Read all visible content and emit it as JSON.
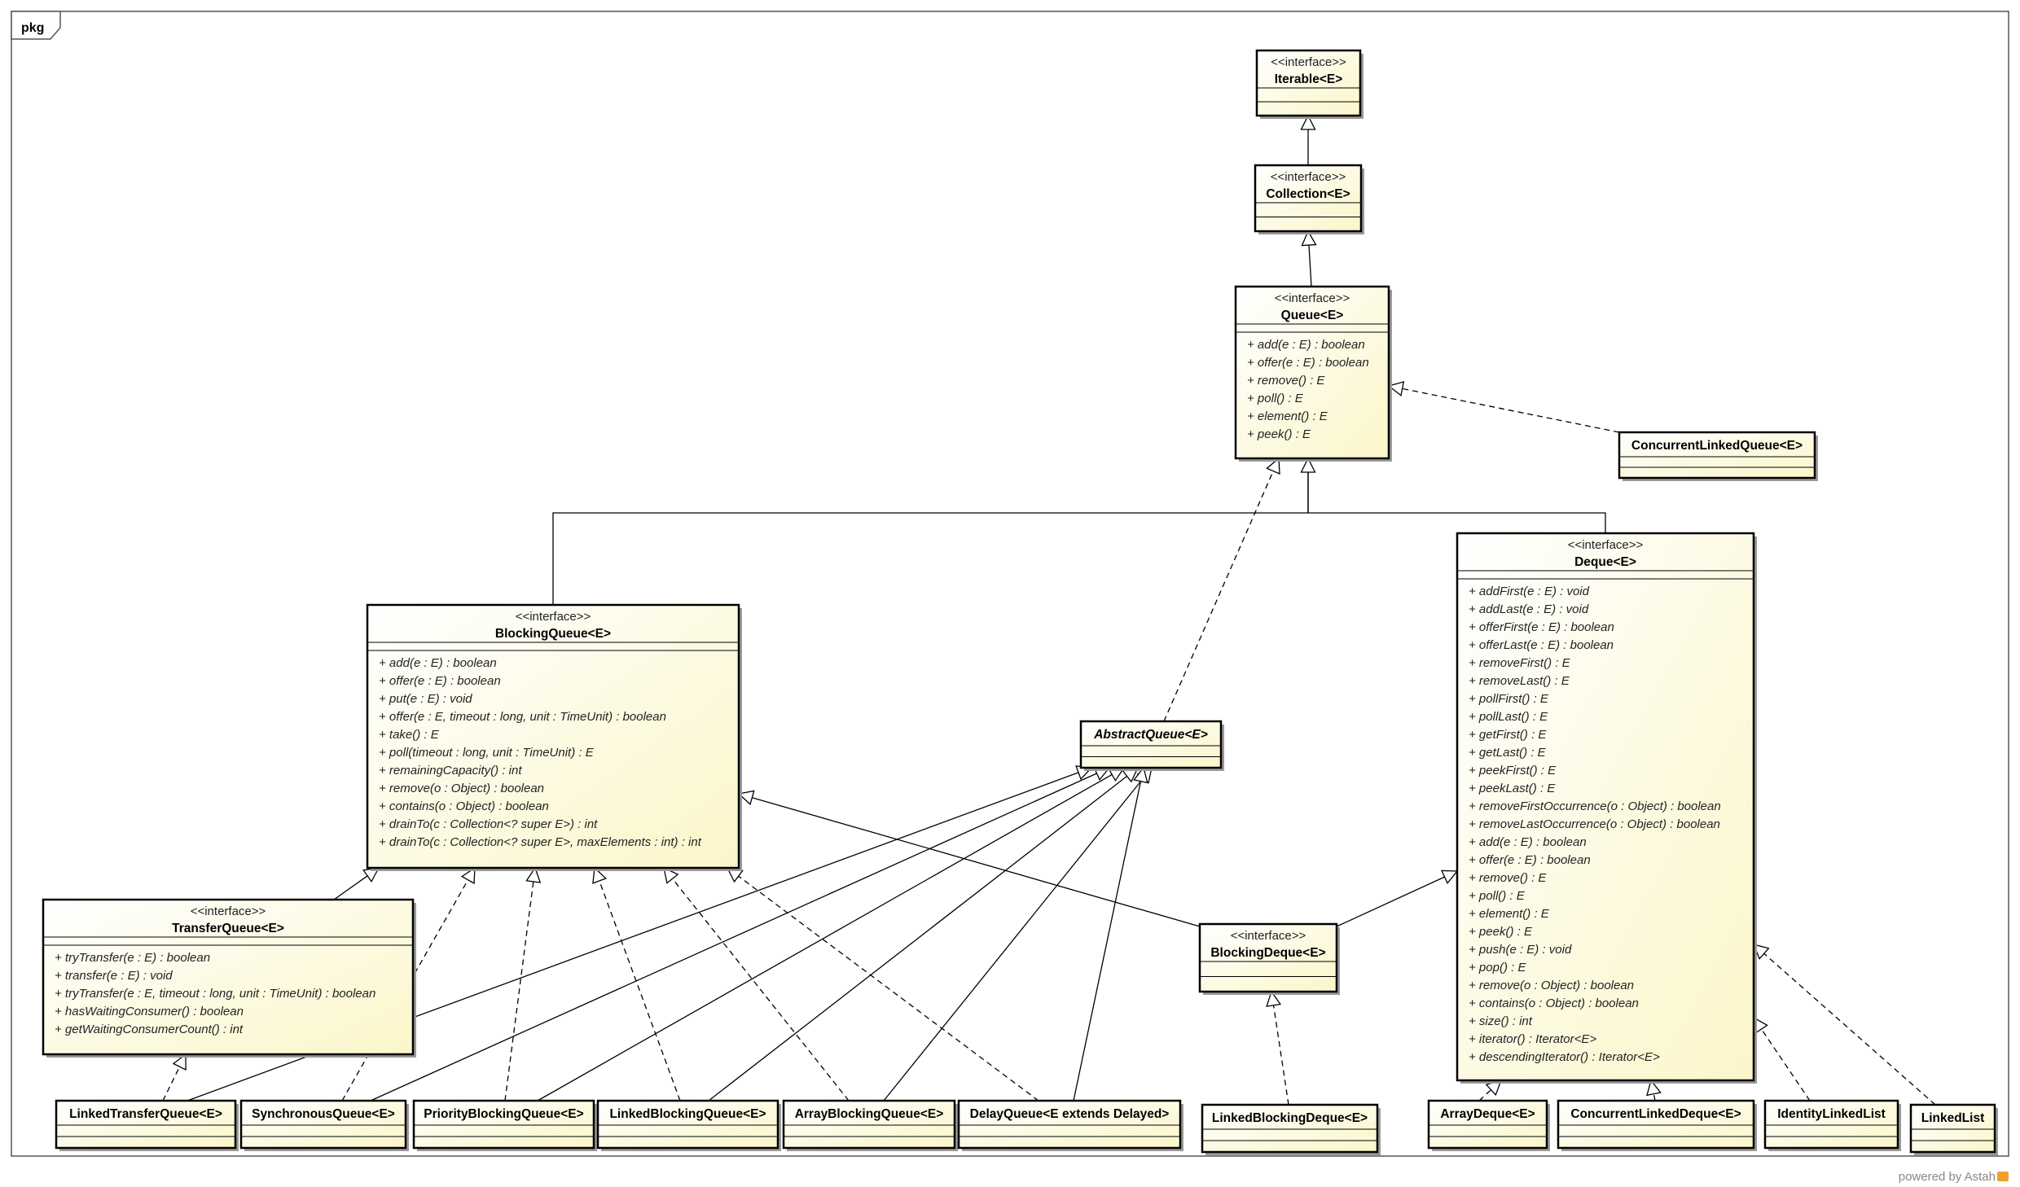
{
  "frame": {
    "label": "pkg"
  },
  "footer": {
    "text": "powered by Astah"
  },
  "colors": {
    "fill_light": "#ffffff",
    "fill_dark": "#fbf6c9",
    "border": "#000000",
    "line": "#000000"
  },
  "classes": [
    {
      "id": "iterable",
      "stereotype": "<<interface>>",
      "name": "Iterable<E>",
      "ops": []
    },
    {
      "id": "collection",
      "stereotype": "<<interface>>",
      "name": "Collection<E>",
      "ops": []
    },
    {
      "id": "queue",
      "stereotype": "<<interface>>",
      "name": "Queue<E>",
      "ops": [
        "+ add(e : E) : boolean",
        "+ offer(e : E) : boolean",
        "+ remove() : E",
        "+ poll() : E",
        "+ element() : E",
        "+ peek() : E"
      ]
    },
    {
      "id": "clq",
      "name": "ConcurrentLinkedQueue<E>",
      "ops": []
    },
    {
      "id": "blockingqueue",
      "stereotype": "<<interface>>",
      "name": "BlockingQueue<E>",
      "ops": [
        "+ add(e : E) : boolean",
        "+ offer(e : E) : boolean",
        "+ put(e : E) : void",
        "+ offer(e : E, timeout : long, unit : TimeUnit) : boolean",
        "+ take() : E",
        "+ poll(timeout : long, unit : TimeUnit) : E",
        "+ remainingCapacity() : int",
        "+ remove(o : Object) : boolean",
        "+ contains(o : Object) : boolean",
        "+ drainTo(c : Collection<? super E>) : int",
        "+ drainTo(c : Collection<? super E>, maxElements : int) : int"
      ]
    },
    {
      "id": "deque",
      "stereotype": "<<interface>>",
      "name": "Deque<E>",
      "ops": [
        "+ addFirst(e : E) : void",
        "+ addLast(e : E) : void",
        "+ offerFirst(e : E) : boolean",
        "+ offerLast(e : E) : boolean",
        "+ removeFirst() : E",
        "+ removeLast() : E",
        "+ pollFirst() : E",
        "+ pollLast() : E",
        "+ getFirst() : E",
        "+ getLast() : E",
        "+ peekFirst() : E",
        "+ peekLast() : E",
        "+ removeFirstOccurrence(o : Object) : boolean",
        "+ removeLastOccurrence(o : Object) : boolean",
        "+ add(e : E) : boolean",
        "+ offer(e : E) : boolean",
        "+ remove() : E",
        "+ poll() : E",
        "+ element() : E",
        "+ peek() : E",
        "+ push(e : E) : void",
        "+ pop() : E",
        "+ remove(o : Object) : boolean",
        "+ contains(o : Object) : boolean",
        "+ size() : int",
        "+ iterator() : Iterator<E>",
        "+ descendingIterator() : Iterator<E>"
      ]
    },
    {
      "id": "abstractqueue",
      "name": "AbstractQueue<E>",
      "abstract": true,
      "ops": []
    },
    {
      "id": "transferqueue",
      "stereotype": "<<interface>>",
      "name": "TransferQueue<E>",
      "ops": [
        "+ tryTransfer(e : E) : boolean",
        "+ transfer(e : E) : void",
        "+ tryTransfer(e : E, timeout : long, unit : TimeUnit) : boolean",
        "+ hasWaitingConsumer() : boolean",
        "+ getWaitingConsumerCount() : int"
      ]
    },
    {
      "id": "blockingdeque",
      "stereotype": "<<interface>>",
      "name": "BlockingDeque<E>",
      "ops": []
    },
    {
      "id": "ltq",
      "name": "LinkedTransferQueue<E>",
      "ops": []
    },
    {
      "id": "sq",
      "name": "SynchronousQueue<E>",
      "ops": []
    },
    {
      "id": "pbq",
      "name": "PriorityBlockingQueue<E>",
      "ops": []
    },
    {
      "id": "lbq",
      "name": "LinkedBlockingQueue<E>",
      "ops": []
    },
    {
      "id": "abq",
      "name": "ArrayBlockingQueue<E>",
      "ops": []
    },
    {
      "id": "dq",
      "name": "DelayQueue<E extends Delayed>",
      "ops": []
    },
    {
      "id": "lbd",
      "name": "LinkedBlockingDeque<E>",
      "ops": []
    },
    {
      "id": "ad",
      "name": "ArrayDeque<E>",
      "ops": []
    },
    {
      "id": "cld",
      "name": "ConcurrentLinkedDeque<E>",
      "ops": []
    },
    {
      "id": "ill",
      "name": "IdentityLinkedList",
      "ops": []
    },
    {
      "id": "ll",
      "name": "LinkedList",
      "ops": []
    }
  ],
  "relations": [
    {
      "from": "collection",
      "to": "iterable",
      "kind": "generalization"
    },
    {
      "from": "queue",
      "to": "collection",
      "kind": "generalization"
    },
    {
      "from": "clq",
      "to": "queue",
      "kind": "realization"
    },
    {
      "from": "blockingqueue",
      "to": "queue",
      "kind": "generalization"
    },
    {
      "from": "deque",
      "to": "queue",
      "kind": "generalization"
    },
    {
      "from": "abstractqueue",
      "to": "queue",
      "kind": "realization"
    },
    {
      "from": "transferqueue",
      "to": "blockingqueue",
      "kind": "generalization"
    },
    {
      "from": "blockingdeque",
      "to": "blockingqueue",
      "kind": "generalization"
    },
    {
      "from": "blockingdeque",
      "to": "deque",
      "kind": "generalization"
    },
    {
      "from": "ltq",
      "to": "transferqueue",
      "kind": "realization"
    },
    {
      "from": "sq",
      "to": "blockingqueue",
      "kind": "realization"
    },
    {
      "from": "pbq",
      "to": "blockingqueue",
      "kind": "realization"
    },
    {
      "from": "lbq",
      "to": "blockingqueue",
      "kind": "realization"
    },
    {
      "from": "abq",
      "to": "blockingqueue",
      "kind": "realization"
    },
    {
      "from": "dq",
      "to": "blockingqueue",
      "kind": "realization"
    },
    {
      "from": "ltq",
      "to": "abstractqueue",
      "kind": "generalization"
    },
    {
      "from": "sq",
      "to": "abstractqueue",
      "kind": "generalization"
    },
    {
      "from": "pbq",
      "to": "abstractqueue",
      "kind": "generalization"
    },
    {
      "from": "lbq",
      "to": "abstractqueue",
      "kind": "generalization"
    },
    {
      "from": "abq",
      "to": "abstractqueue",
      "kind": "generalization"
    },
    {
      "from": "dq",
      "to": "abstractqueue",
      "kind": "generalization"
    },
    {
      "from": "lbd",
      "to": "blockingdeque",
      "kind": "realization"
    },
    {
      "from": "ad",
      "to": "deque",
      "kind": "realization"
    },
    {
      "from": "cld",
      "to": "deque",
      "kind": "realization"
    },
    {
      "from": "ill",
      "to": "deque",
      "kind": "realization"
    },
    {
      "from": "ll",
      "to": "deque",
      "kind": "realization"
    }
  ]
}
